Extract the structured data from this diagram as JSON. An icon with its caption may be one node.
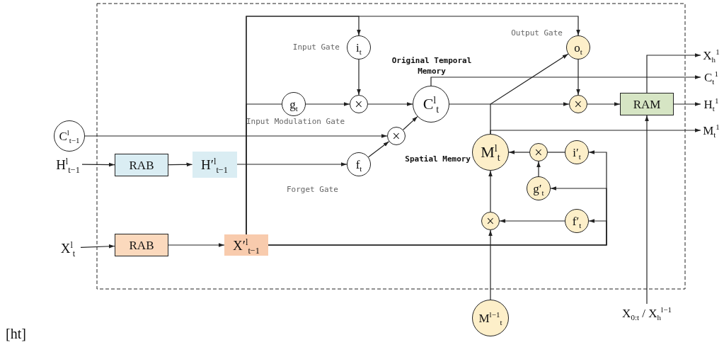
{
  "diagram": {
    "nodes": [
      {
        "text": [
          "C$^{l}$$_{t−1}$"
        ]
      },
      {
        "text": [
          "H$^{l}$$_{t−1}$"
        ]
      },
      {
        "text": [
          "RAB"
        ]
      },
      {
        "text": [
          "H′$^{l}$$_{t−1}$"
        ]
      },
      {
        "text": [
          "X$^{l}$$_{t}$"
        ]
      },
      {
        "text": [
          "RAB"
        ]
      },
      {
        "text": [
          "X′$^{l}$$_{t−1}$"
        ]
      },
      {
        "text": [
          "g$_{t}$"
        ],
        "beside": [
          "Input Modulation Gate"
        ]
      },
      {
        "text": [
          "i$_{t}$"
        ],
        "beside": [
          "Input Gate"
        ]
      },
      {
        "text": [
          "×"
        ]
      },
      {
        "text": [
          "×"
        ]
      },
      {
        "text": [
          "f$_{t}$"
        ],
        "beside": [
          "Forget Gate"
        ]
      },
      {
        "text": [
          "C$^{l}$$_{t}$"
        ],
        "beside": [
          "Original Temporal Memory"
        ]
      },
      {
        "text": [
          "o$_{t}$"
        ],
        "beside": [
          "Output Gate"
        ]
      },
      {
        "text": [
          "×"
        ]
      },
      {
        "text": [
          "RAM"
        ]
      },
      {
        "text": [
          "M$^{l}$$_{t}$"
        ],
        "beside": [
          "Spatial Memory"
        ]
      },
      {
        "text": [
          "×"
        ]
      },
      {
        "text": [
          "i′$_{t}$"
        ]
      },
      {
        "text": [
          "g′$_{t}$"
        ]
      },
      {
        "text": [
          "f′$_{t}$"
        ]
      },
      {
        "text": [
          "×"
        ]
      },
      {
        "text": [
          "M$^{l−1}$$_{t}$"
        ]
      },
      {
        "text": [
          "X$_{h}$$^{1}$"
        ]
      },
      {
        "text": [
          "C$_{t}$$^{1}$"
        ]
      },
      {
        "text": [
          "H$_{t}$$^{1}$"
        ]
      },
      {
        "text": [
          "M$_{t}$$^{1}$"
        ]
      },
      {
        "text": [
          "X$_{0:t}$ / X$_{h}$$^{l−1}$"
        ]
      }
    ],
    "edges": [
      {
        "from": 1,
        "to": 2,
        "arrow": "to"
      },
      {
        "from": 2,
        "to": 3,
        "arrow": "to"
      },
      {
        "from": 4,
        "to": 5,
        "arrow": "to"
      },
      {
        "from": 5,
        "to": 6,
        "arrow": "to"
      },
      {
        "from": 6,
        "to": 7,
        "arrow": "none"
      },
      {
        "from": 6,
        "to": 8,
        "arrow": "to"
      },
      {
        "from": 6,
        "to": 13,
        "arrow": "to"
      },
      {
        "from": 7,
        "to": 9,
        "arrow": "to"
      },
      {
        "from": 8,
        "to": 9,
        "arrow": "to"
      },
      {
        "from": 9,
        "to": 12,
        "arrow": "to"
      },
      {
        "from": 0,
        "to": 10,
        "arrow": "to"
      },
      {
        "from": 3,
        "to": 11,
        "arrow": "to"
      },
      {
        "from": 11,
        "to": 10,
        "arrow": "to"
      },
      {
        "from": 10,
        "to": 12,
        "arrow": "to"
      },
      {
        "from": 12,
        "to": 14,
        "arrow": "to"
      },
      {
        "from": 16,
        "to": 13,
        "arrow": "to"
      },
      {
        "from": 12,
        "to": 24,
        "arrow": "to"
      },
      {
        "from": 13,
        "to": 14,
        "arrow": "to"
      },
      {
        "from": 14,
        "to": 15,
        "arrow": "to"
      },
      {
        "from": 15,
        "to": 23,
        "arrow": "to"
      },
      {
        "from": 15,
        "to": 25,
        "arrow": "to"
      },
      {
        "from": 16,
        "to": 26,
        "arrow": "to"
      },
      {
        "from": 27,
        "to": 15,
        "arrow": "to"
      },
      {
        "from": 6,
        "to": 18,
        "arrow": "to"
      },
      {
        "from": 6,
        "to": 19,
        "arrow": "to"
      },
      {
        "from": 6,
        "to": 20,
        "arrow": "to"
      },
      {
        "from": 18,
        "to": 17,
        "arrow": "none"
      },
      {
        "from": 19,
        "to": 17,
        "arrow": "to"
      },
      {
        "from": 17,
        "to": 16,
        "arrow": "to"
      },
      {
        "from": 20,
        "to": 21,
        "arrow": "to"
      },
      {
        "from": 21,
        "to": 16,
        "arrow": "to"
      },
      {
        "from": 22,
        "to": 21,
        "arrow": "to"
      }
    ],
    "labels": [
      "[ht]"
    ]
  }
}
